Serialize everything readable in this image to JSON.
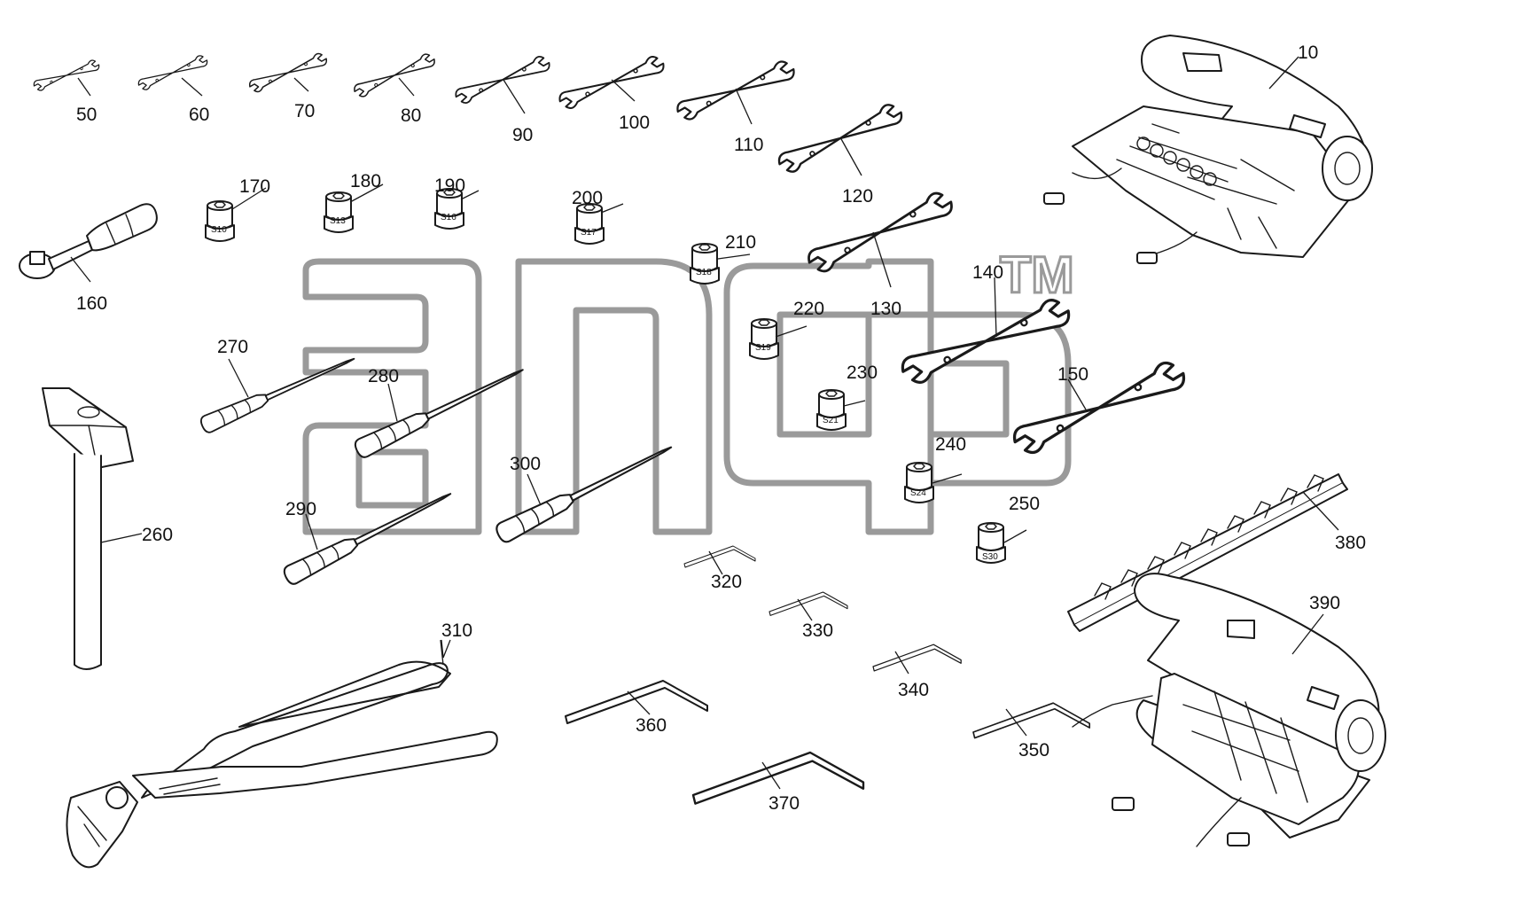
{
  "title": "",
  "watermark": {
    "tm": "TM"
  },
  "callouts": {
    "p10": "10",
    "p50": "50",
    "p60": "60",
    "p70": "70",
    "p80": "80",
    "p90": "90",
    "p100": "100",
    "p110": "110",
    "p120": "120",
    "p130": "130",
    "p140": "140",
    "p150": "150",
    "p160": "160",
    "p170": "170",
    "p180": "180",
    "p190": "190",
    "p200": "200",
    "p210": "210",
    "p220": "220",
    "p230": "230",
    "p240": "240",
    "p250": "250",
    "p260": "260",
    "p270": "270",
    "p280": "280",
    "p290": "290",
    "p300": "300",
    "p310": "310",
    "p320": "320",
    "p330": "330",
    "p340": "340",
    "p350": "350",
    "p360": "360",
    "p370": "370",
    "p380": "380",
    "p390": "390"
  },
  "socket_labels": {
    "s10": "S10",
    "s13": "S13",
    "s16": "S16",
    "s17": "S17",
    "s18": "S18",
    "s19": "S19",
    "s21": "S21",
    "s24": "S24",
    "s30": "S30"
  },
  "colors": {
    "line": "#1a1a1a",
    "watermark": "#9a9a9a",
    "background": "#ffffff"
  }
}
